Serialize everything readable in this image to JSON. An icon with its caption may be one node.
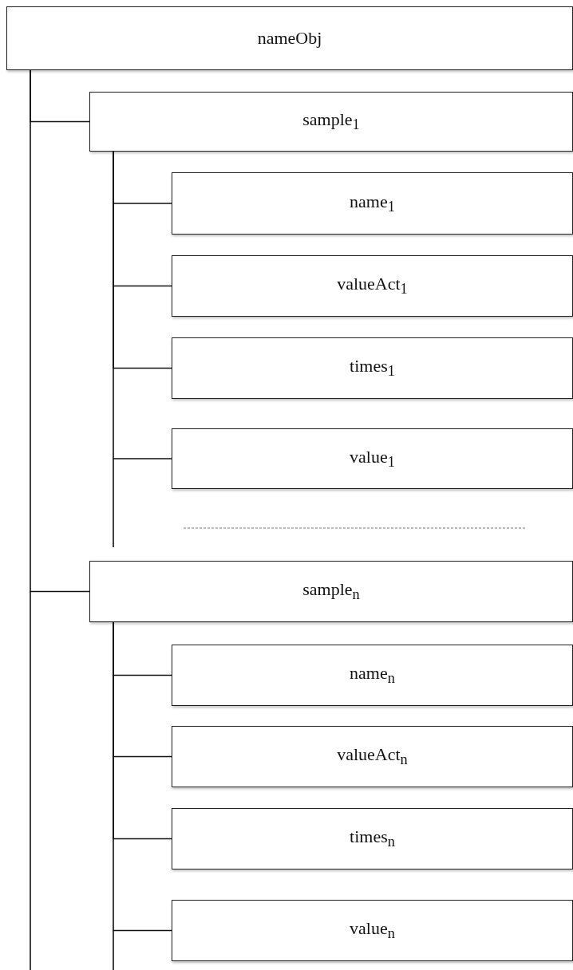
{
  "diagram": {
    "nodes": [
      {
        "text": [
          "nameObj"
        ]
      },
      {
        "text": [
          "sample$_{1}$"
        ]
      },
      {
        "text": [
          "name$_{1}$"
        ]
      },
      {
        "text": [
          "valueAct$_{1}$"
        ]
      },
      {
        "text": [
          "times$_{1}$"
        ]
      },
      {
        "text": [
          "value$_{1}$"
        ]
      },
      {
        "text": [
          "sample$_{n}$"
        ]
      },
      {
        "text": [
          "name$_{n}$"
        ]
      },
      {
        "text": [
          "valueAct$_{n}$"
        ]
      },
      {
        "text": [
          "times$_{n}$"
        ]
      },
      {
        "text": [
          "value$_{n}$"
        ]
      }
    ],
    "edges": [
      {
        "from": 0,
        "to": 1,
        "arrow": "none"
      },
      {
        "from": 1,
        "to": 2,
        "arrow": "none"
      },
      {
        "from": 1,
        "to": 3,
        "arrow": "none"
      },
      {
        "from": 1,
        "to": 4,
        "arrow": "none"
      },
      {
        "from": 1,
        "to": 5,
        "arrow": "none"
      },
      {
        "from": 0,
        "to": 6,
        "arrow": "none"
      },
      {
        "from": 6,
        "to": 7,
        "arrow": "none"
      },
      {
        "from": 6,
        "to": 8,
        "arrow": "none"
      },
      {
        "from": 6,
        "to": 9,
        "arrow": "none"
      },
      {
        "from": 6,
        "to": 10,
        "arrow": "none"
      }
    ]
  }
}
